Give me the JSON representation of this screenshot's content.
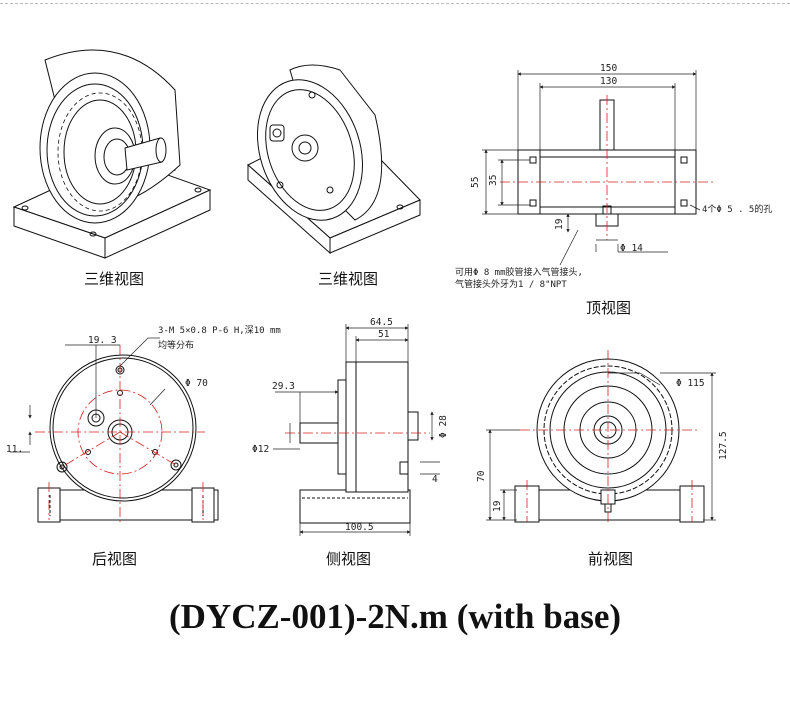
{
  "title": "(DYCZ-001)-2N.m (with base)",
  "views": {
    "iso1": {
      "caption": "三维视图"
    },
    "iso2": {
      "caption": "三维视图"
    },
    "top": {
      "caption": "顶视图",
      "dims": {
        "w150": "150",
        "w130": "130",
        "h55": "55",
        "h35": "35",
        "h19": "19",
        "phi14": "Φ 14"
      },
      "holes_note": "4个Φ 5 . 5的孔",
      "air_note_1": "可用Φ 8 mm胶管接入气管接头,",
      "air_note_2": "气管接头外牙为1 / 8\"NPT"
    },
    "back": {
      "caption": "后视图",
      "dims": {
        "d193": "19. 3",
        "phi70": "Φ 70",
        "d11": "11."
      },
      "thread_note_1": "3-M 5×0.8 P-6 H,深10 mm",
      "thread_note_2": "均等分布"
    },
    "side": {
      "caption": "侧视图",
      "dims": {
        "d645": "64.5",
        "d51": "51",
        "d293": "29.3",
        "phi12": "Φ12",
        "phi28": "Φ 28",
        "d4": "4",
        "d1005": "100.5"
      }
    },
    "front": {
      "caption": "前视图",
      "dims": {
        "phi115": "Φ 115",
        "h1275": "127.5",
        "h70": "70",
        "h19": "19"
      }
    }
  },
  "colors": {
    "centerline": "#d62020",
    "outline": "#111111",
    "dimension": "#222222"
  }
}
